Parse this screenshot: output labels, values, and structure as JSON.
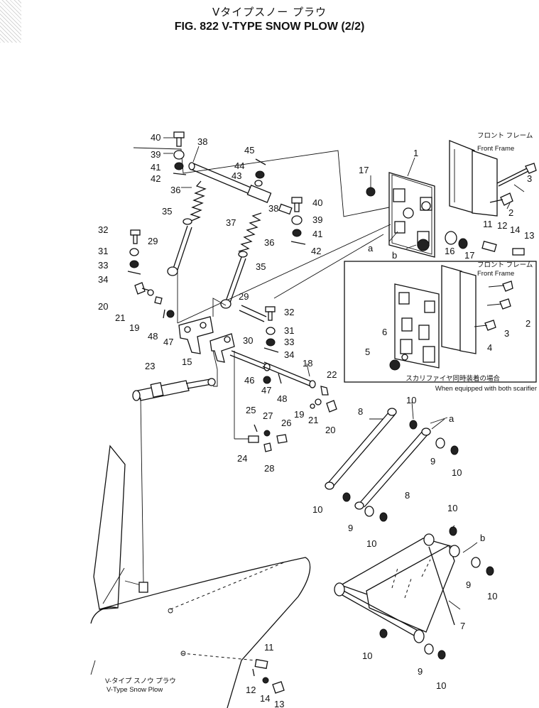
{
  "title": {
    "jp": "Vタイプスノー プラウ",
    "en": "FIG. 822  V-TYPE SNOW PLOW (2/2)"
  },
  "inset": {
    "frame_jp": "フロント フレーム",
    "frame_en": "Front Frame",
    "caption_jp": "スカリファイヤ同時装着の場合",
    "caption_en": "When equipped with both scarifier"
  },
  "plow_caption": {
    "jp": "V-タイプ スノウ プラウ",
    "en": "V-Type Snow Plow"
  },
  "markers": {
    "a": "a",
    "b": "b"
  },
  "parts": [
    "1",
    "2",
    "3",
    "4",
    "5",
    "6",
    "7",
    "8",
    "9",
    "10",
    "11",
    "12",
    "13",
    "14",
    "15",
    "16",
    "17",
    "18",
    "19",
    "20",
    "21",
    "22",
    "23",
    "24",
    "25",
    "26",
    "27",
    "28",
    "29",
    "30",
    "31",
    "32",
    "33",
    "34",
    "35",
    "36",
    "37",
    "38",
    "39",
    "40",
    "41",
    "42",
    "43",
    "44",
    "45",
    "46",
    "47",
    "48"
  ]
}
